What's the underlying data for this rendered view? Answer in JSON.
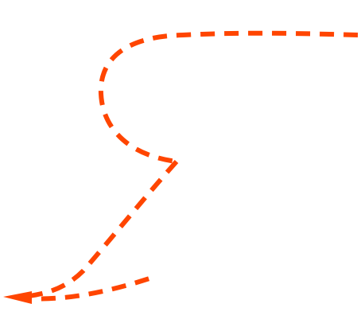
{
  "diagram": {
    "connector": {
      "type": "curved-dashed-arrow",
      "color": "#ff4500",
      "line_style": "dashed",
      "has_arrowhead": true,
      "arrowhead_end": "start"
    }
  }
}
